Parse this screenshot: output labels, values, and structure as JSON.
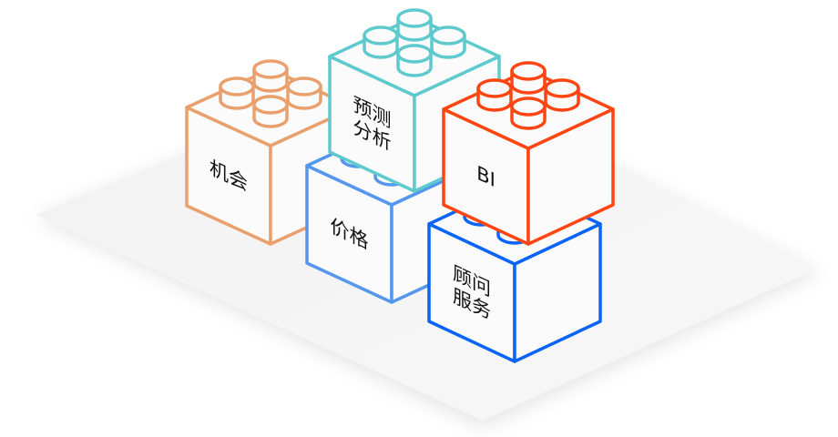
{
  "blocks": [
    {
      "id": "opportunity",
      "lines": [
        "机会"
      ],
      "color": "#E9A06C"
    },
    {
      "id": "price",
      "lines": [
        "价格"
      ],
      "color": "#5596EE"
    },
    {
      "id": "predictive-analytics",
      "lines": [
        "预测",
        "分析"
      ],
      "color": "#5ECACD"
    },
    {
      "id": "consulting-service",
      "lines": [
        "顾问",
        "服务"
      ],
      "color": "#0A64F5"
    },
    {
      "id": "bi",
      "lines": [
        "BI"
      ],
      "color": "#FF4512"
    }
  ]
}
